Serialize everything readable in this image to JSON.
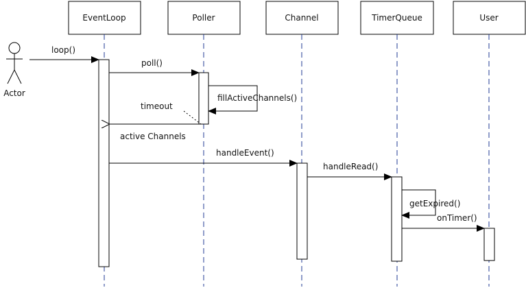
{
  "actor": {
    "label": "Actor"
  },
  "lifelines": [
    {
      "id": "eventloop",
      "label": "EventLoop"
    },
    {
      "id": "poller",
      "label": "Poller"
    },
    {
      "id": "channel",
      "label": "Channel"
    },
    {
      "id": "timerqueue",
      "label": "TimerQueue"
    },
    {
      "id": "user",
      "label": "User"
    }
  ],
  "messages": [
    {
      "id": "loop",
      "label": "loop()",
      "from": "actor",
      "to": "eventloop",
      "kind": "call"
    },
    {
      "id": "poll",
      "label": "poll()",
      "from": "eventloop",
      "to": "poller",
      "kind": "call"
    },
    {
      "id": "fill-active-channels",
      "label": "fillActiveChannels()",
      "from": "poller",
      "to": "poller",
      "kind": "self"
    },
    {
      "id": "timeout",
      "label": "timeout",
      "from": "poller",
      "to": "eventloop",
      "kind": "note"
    },
    {
      "id": "active-channels",
      "label": "active Channels",
      "from": "poller",
      "to": "eventloop",
      "kind": "return"
    },
    {
      "id": "handle-event",
      "label": "handleEvent()",
      "from": "eventloop",
      "to": "channel",
      "kind": "call"
    },
    {
      "id": "handle-read",
      "label": "handleRead()",
      "from": "channel",
      "to": "timerqueue",
      "kind": "call"
    },
    {
      "id": "get-expired",
      "label": "getExpired()",
      "from": "timerqueue",
      "to": "timerqueue",
      "kind": "self"
    },
    {
      "id": "on-timer",
      "label": "onTimer()",
      "from": "timerqueue",
      "to": "user",
      "kind": "call"
    }
  ]
}
